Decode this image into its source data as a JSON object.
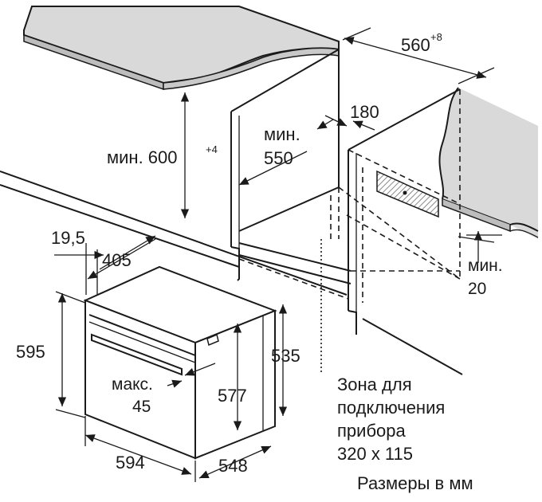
{
  "labels": {
    "width_niche": "560",
    "width_niche_tol": "+8",
    "height_min": "мин. 600",
    "height_min_tol": "+4",
    "depth_min_line1": "мин.",
    "depth_min_line2": "550",
    "rear_gap": "180",
    "side_min_line1": "мин.",
    "side_min_line2": "20",
    "offset": "19,5",
    "inner_405": "405",
    "height_595": "595",
    "height_535": "535",
    "height_577": "577",
    "max_line1": "макс.",
    "max_line2": "45",
    "width_594": "594",
    "depth_548": "548",
    "zone_line1": "Зона для",
    "zone_line2": "подключения",
    "zone_line3": "прибора",
    "zone_line4": "320 x 115",
    "units_note": "Размеры в мм"
  },
  "colors": {
    "line": "#1a1a1a",
    "countertop": "#d9d9d9",
    "countertop_edge": "#bdbdbd",
    "hatch": "#9a9a9a"
  }
}
